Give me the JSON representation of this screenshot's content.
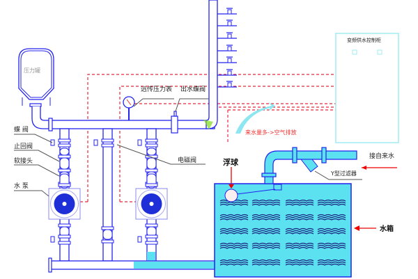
{
  "labels": {
    "pressure_tank": "压力罐",
    "remote_pressure_gauge": "远传压力表",
    "outlet_butterfly_valve": "出水蝶阀",
    "butterfly_valve": "蝶 阀",
    "check_valve": "止回阀",
    "flexible_joint": "软接头",
    "water_pump": "水 泵",
    "solenoid_valve": "电磁阀",
    "float_ball": "浮球",
    "water_tank": "水箱",
    "tap_water_inlet": "接自来水",
    "y_strainer": "Y型过滤器",
    "air_discharge_note": "来水量多->空气排放",
    "control_cabinet": "变频供水控制柜"
  },
  "colors": {
    "pipe_outline": "#2222ee",
    "water": "#5ce1f0",
    "signal_line": "#e8283c",
    "cabinet_outline": "#7fe8f0"
  }
}
